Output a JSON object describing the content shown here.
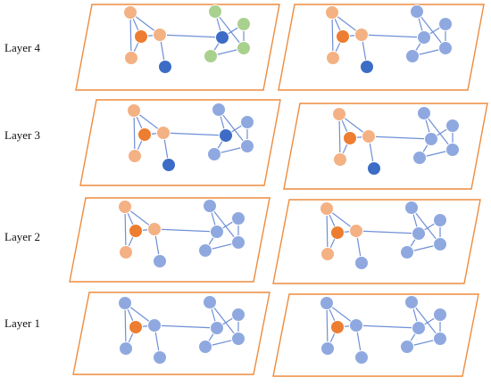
{
  "layer_labels": [
    "Layer 4",
    "Layer 3",
    "Layer 2",
    "Layer 1"
  ],
  "colors": {
    "panel_border": "#ed8c3f",
    "edge": "#6f8fd6",
    "seed_node": "#ed7d31",
    "activated_node": "#f4b183",
    "node_blue": "#8fa9e0",
    "dark_blue": "#3d6cc6",
    "green_node": "#a9d18e",
    "node_stroke": "#ffffff"
  },
  "graph": {
    "edges": [
      [
        0,
        1
      ],
      [
        1,
        2
      ],
      [
        0,
        2
      ],
      [
        1,
        3
      ],
      [
        0,
        3
      ],
      [
        2,
        4
      ],
      [
        2,
        5
      ],
      [
        5,
        6
      ],
      [
        5,
        7
      ],
      [
        5,
        8
      ],
      [
        6,
        9
      ],
      [
        8,
        9
      ],
      [
        7,
        9
      ]
    ]
  },
  "panels": [
    {
      "id": "l4-left",
      "states": [
        "activated",
        "seed",
        "activated",
        "activated",
        "dark",
        "dark",
        "green",
        "green",
        "green",
        "green"
      ]
    },
    {
      "id": "l4-right",
      "states": [
        "activated",
        "seed",
        "activated",
        "activated",
        "dark",
        "blue",
        "blue",
        "blue",
        "blue",
        "blue"
      ]
    },
    {
      "id": "l3-left",
      "states": [
        "activated",
        "seed",
        "activated",
        "activated",
        "dark",
        "dark",
        "blue",
        "blue",
        "blue",
        "blue"
      ]
    },
    {
      "id": "l3-right",
      "states": [
        "activated",
        "seed",
        "activated",
        "activated",
        "dark",
        "blue",
        "blue",
        "blue",
        "blue",
        "blue"
      ]
    },
    {
      "id": "l2-left",
      "states": [
        "activated",
        "seed",
        "activated",
        "activated",
        "blue",
        "blue",
        "blue",
        "blue",
        "blue",
        "blue"
      ]
    },
    {
      "id": "l2-right",
      "states": [
        "activated",
        "seed",
        "activated",
        "activated",
        "blue",
        "blue",
        "blue",
        "blue",
        "blue",
        "blue"
      ]
    },
    {
      "id": "l1-left",
      "states": [
        "blue",
        "seed",
        "blue",
        "blue",
        "blue",
        "blue",
        "blue",
        "blue",
        "blue",
        "blue"
      ]
    },
    {
      "id": "l1-right",
      "states": [
        "blue",
        "seed",
        "blue",
        "blue",
        "blue",
        "blue",
        "blue",
        "blue",
        "blue",
        "blue"
      ]
    }
  ]
}
